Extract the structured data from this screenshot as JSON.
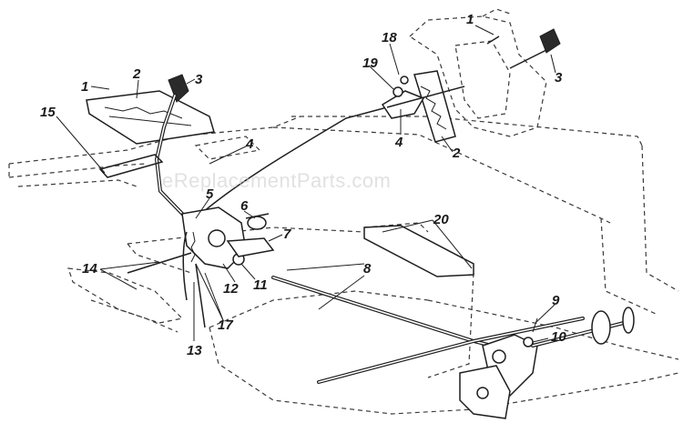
{
  "watermark": "eReplacementParts.com",
  "callouts": [
    "1",
    "2",
    "3",
    "15",
    "4",
    "5",
    "6",
    "7",
    "14",
    "12",
    "11",
    "17",
    "13",
    "18",
    "19",
    "1",
    "3",
    "4",
    "2",
    "20",
    "8",
    "9",
    "10"
  ]
}
